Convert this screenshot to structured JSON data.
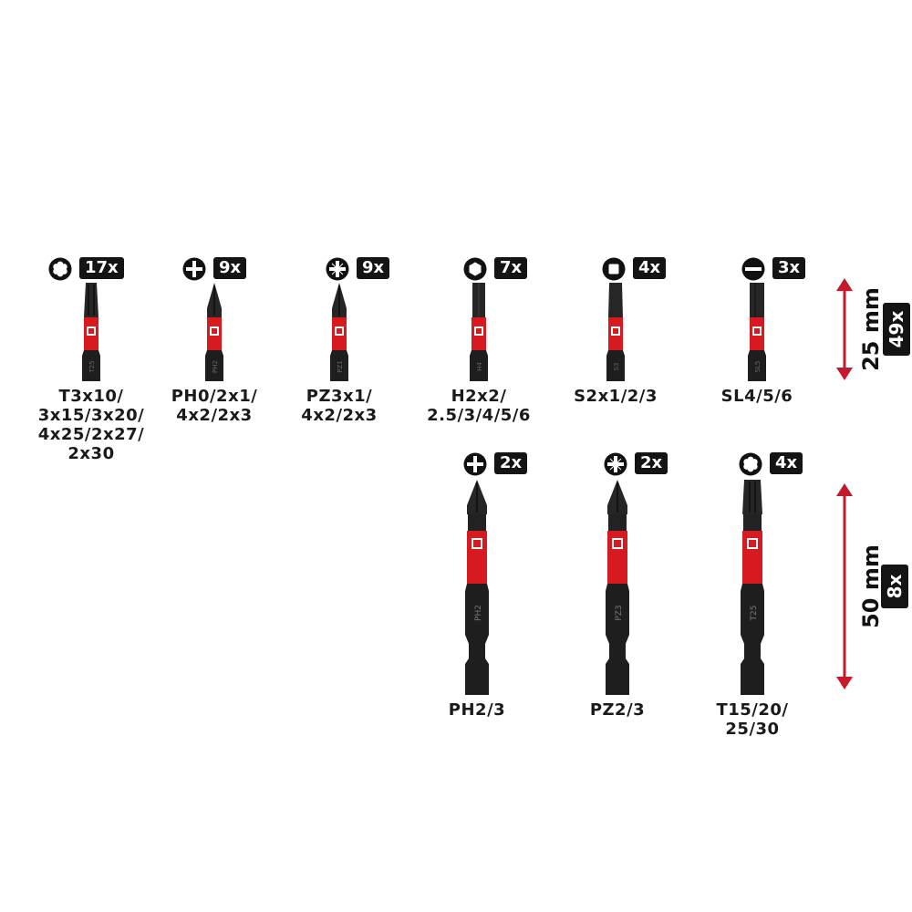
{
  "colors": {
    "bit_body": "#1e1e1e",
    "accent_red": "#d71920",
    "arrow_red": "#c5192d",
    "badge_bg": "#141414"
  },
  "short_bits": [
    {
      "icon": "torx-icon",
      "count": "17x",
      "label": "T3x10/\n3x15/3x20/\n4x25/2x27/\n2x30",
      "engraving": "T25",
      "tip": "torx"
    },
    {
      "icon": "phillips-icon",
      "count": "9x",
      "label": "PH0/2x1/\n4x2/2x3",
      "engraving": "PH2",
      "tip": "pointed"
    },
    {
      "icon": "pozidriv-icon",
      "count": "9x",
      "label": "PZ3x1/\n4x2/2x3",
      "engraving": "PZ1",
      "tip": "pointed"
    },
    {
      "icon": "hex-icon",
      "count": "7x",
      "label": "H2x2/\n2.5/3/4/5/6",
      "engraving": "H4",
      "tip": "hex"
    },
    {
      "icon": "square-icon",
      "count": "4x",
      "label": "S2x1/2/3",
      "engraving": "S3",
      "tip": "square"
    },
    {
      "icon": "slotted-icon",
      "count": "3x",
      "label": "SL4/5/6",
      "engraving": "SL5",
      "tip": "slot"
    }
  ],
  "long_bits": [
    {
      "icon": "phillips-icon",
      "count": "2x",
      "label": "PH2/3",
      "engraving": "PH2",
      "tip": "pointed"
    },
    {
      "icon": "pozidriv-icon",
      "count": "2x",
      "label": "PZ2/3",
      "engraving": "PZ3",
      "tip": "pointed"
    },
    {
      "icon": "torx-icon",
      "count": "4x",
      "label": "T15/20/\n25/30",
      "engraving": "T25",
      "tip": "torx"
    }
  ],
  "sizes": {
    "short": {
      "length": "25 mm",
      "count": "49x"
    },
    "long": {
      "length": "50 mm",
      "count": "8x"
    }
  }
}
